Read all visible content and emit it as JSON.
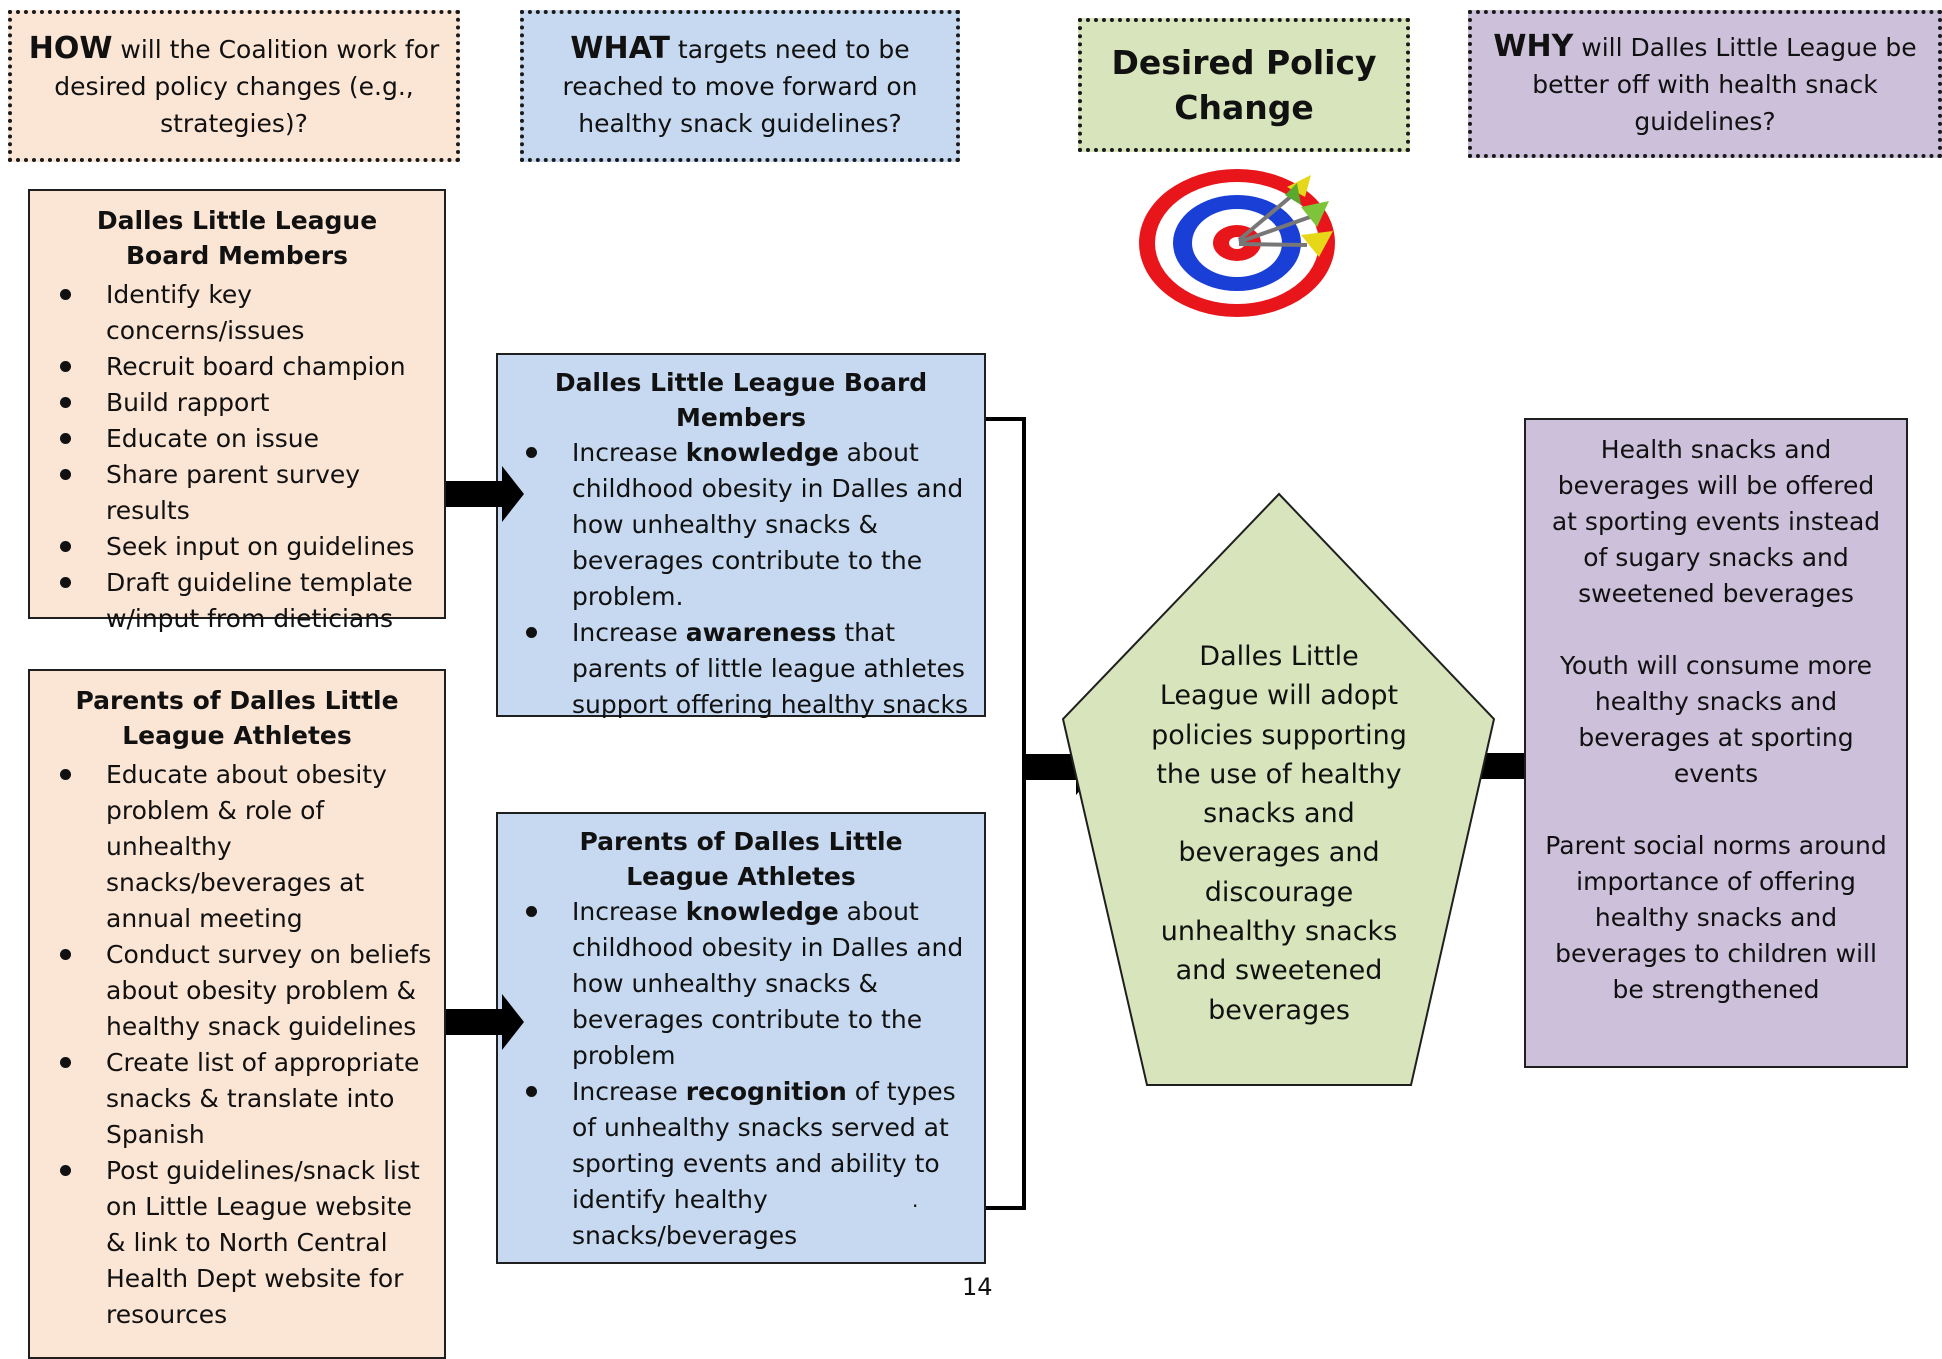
{
  "headers": {
    "how": {
      "bold": "HOW",
      "rest": " will the Coalition work for desired policy changes (e.g., strategies)?"
    },
    "what": {
      "bold": "WHAT",
      "rest": " targets need to be reached to move forward on healthy snack guidelines?"
    },
    "desired": {
      "line1": "Desired Policy",
      "line2": "Change"
    },
    "why": {
      "bold": "WHY",
      "rest": " will Dalles Little League be better off with health snack guidelines?"
    }
  },
  "how_boxes": [
    {
      "title": "Dalles Little League Board Members",
      "items": [
        "Identify key concerns/issues",
        "Recruit board champion",
        "Build rapport",
        "Educate on issue",
        "Share parent survey results",
        "Seek input on guidelines",
        "Draft guideline template w/input from dieticians"
      ]
    },
    {
      "title": "Parents of Dalles Little League Athletes",
      "items": [
        "Educate about obesity problem & role of unhealthy snacks/beverages at annual meeting",
        "Conduct survey on beliefs about obesity problem & healthy snack guidelines",
        "Create list of appropriate snacks  & translate into Spanish",
        "Post guidelines/snack list on Little League website & link to North Central Health Dept website  for resources"
      ]
    }
  ],
  "what_boxes": [
    {
      "title": "Dalles Little League Board Members",
      "items": [
        {
          "pre": "Increase ",
          "bold": "knowledge",
          "post": " about childhood obesity in Dalles and how unhealthy snacks & beverages contribute to the problem."
        },
        {
          "pre": "Increase ",
          "bold": "awareness",
          "post": " that parents of little league athletes support offering healthy snacks"
        }
      ]
    },
    {
      "title": "Parents of Dalles Little League Athletes",
      "items": [
        {
          "pre": "Increase ",
          "bold": "knowledge",
          "post": " about childhood obesity in Dalles and how unhealthy snacks & beverages contribute to the problem"
        },
        {
          "pre": "Increase ",
          "bold": "recognition",
          "post": " of types of unhealthy snacks served at sporting events and ability to identify healthy snacks/beverages"
        }
      ]
    }
  ],
  "policy_text": "Dalles Little League will adopt policies supporting the use of healthy snacks and beverages and discourage unhealthy snacks and sweetened beverages",
  "why_items": [
    "Health snacks and beverages will be offered at sporting events instead of sugary snacks and sweetened beverages",
    "Youth will consume more healthy snacks and beverages at sporting events",
    "Parent social norms around importance of offering healthy snacks and beverages to children will be strengthened"
  ],
  "stray_mark": ".",
  "page_number": "14",
  "colors": {
    "how": "#fbe5d5",
    "what": "#c6d9f0",
    "desired": "#d7e4bc",
    "why": "#ccc0da",
    "target_red": "#e8161b",
    "target_blue": "#1a3fd6"
  },
  "icons": {
    "target": "bullseye-with-darts-icon",
    "arrow": "right-arrow-icon"
  }
}
